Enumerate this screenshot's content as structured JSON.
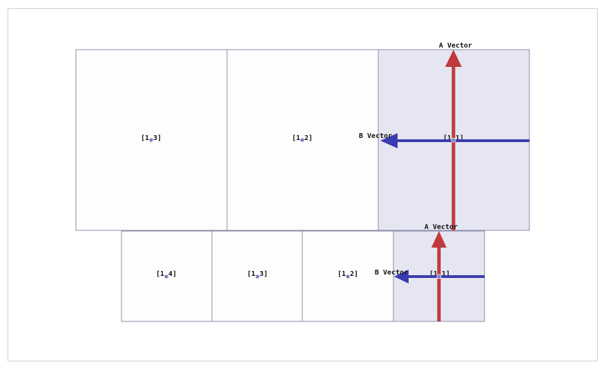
{
  "colors": {
    "frame_border": "#c9d6c3",
    "cell_border": "#8a8aa8",
    "cell_fill": "#fdfdfd",
    "highlight_fill": "#e6e6f2",
    "a_vector": "#c0393e",
    "b_vector": "#3a3cb0",
    "marker": "#7b7bc4"
  },
  "top_row": {
    "cells": [
      {
        "label": "[1,3]",
        "highlighted": false
      },
      {
        "label": "[1,2]",
        "highlighted": false
      },
      {
        "label": "[1,1]",
        "highlighted": true
      }
    ],
    "a_vector_label": "A Vector",
    "b_vector_label": "B Vector"
  },
  "bottom_row": {
    "cells": [
      {
        "label": "[1,4]",
        "highlighted": false
      },
      {
        "label": "[1,3]",
        "highlighted": false
      },
      {
        "label": "[1,2]",
        "highlighted": false
      },
      {
        "label": "[1,1]",
        "highlighted": true
      }
    ],
    "a_vector_label": "A Vector",
    "b_vector_label": "B Vector"
  }
}
